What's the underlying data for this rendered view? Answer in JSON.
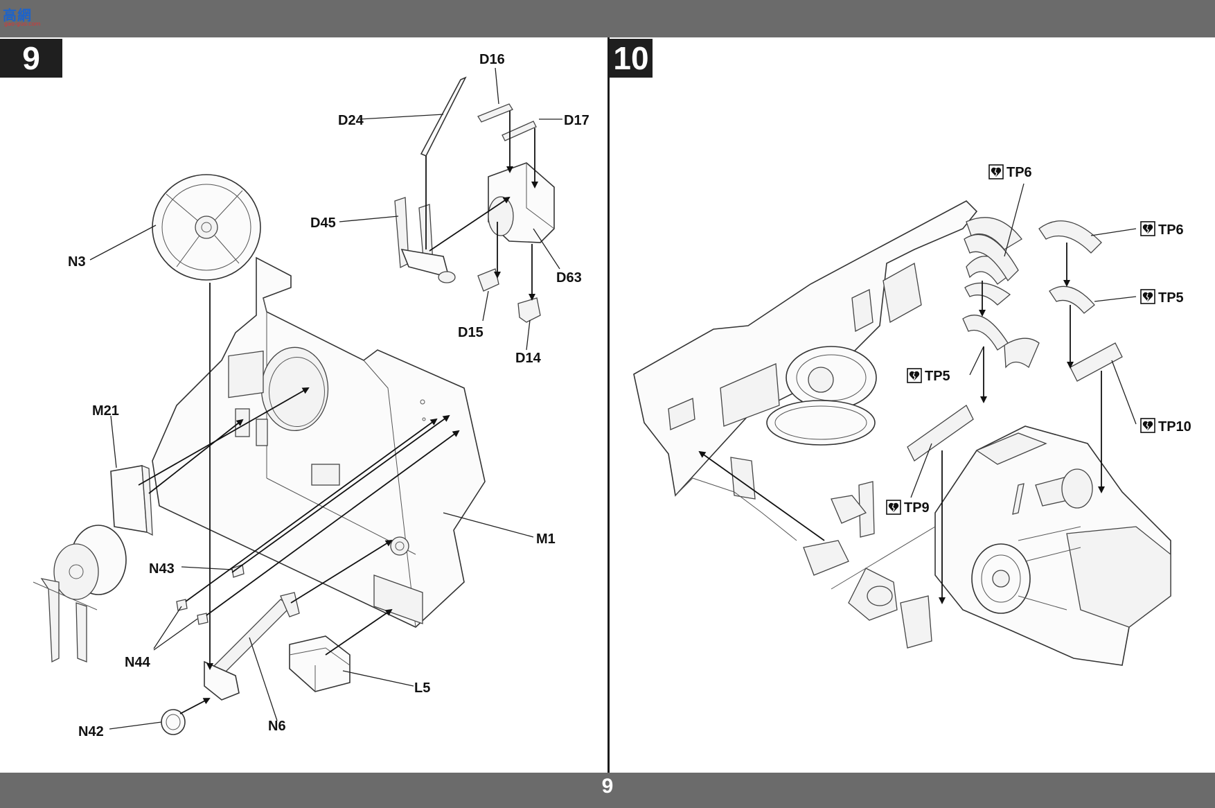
{
  "header": {
    "logo_text": "高網",
    "logo_sub": "gao-guo.com"
  },
  "steps": [
    {
      "number": "9",
      "labels": {
        "d16": "D16",
        "d24": "D24",
        "d17": "D17",
        "d45": "D45",
        "d63": "D63",
        "d15": "D15",
        "d14": "D14",
        "n3": "N3",
        "m21": "M21",
        "m1": "M1",
        "n43": "N43",
        "n44": "N44",
        "l5": "L5",
        "n6": "N6",
        "n42": "N42"
      }
    },
    {
      "number": "10",
      "labels": {
        "tp6a": "TP6",
        "tp6b": "TP6",
        "tp5a": "TP5",
        "tp5b": "TP5",
        "tp10": "TP10",
        "tp9": "TP9"
      }
    }
  ],
  "footer": {
    "page_number": "9"
  },
  "icons": {
    "photo_etch_marker": "broken-heart-icon"
  }
}
